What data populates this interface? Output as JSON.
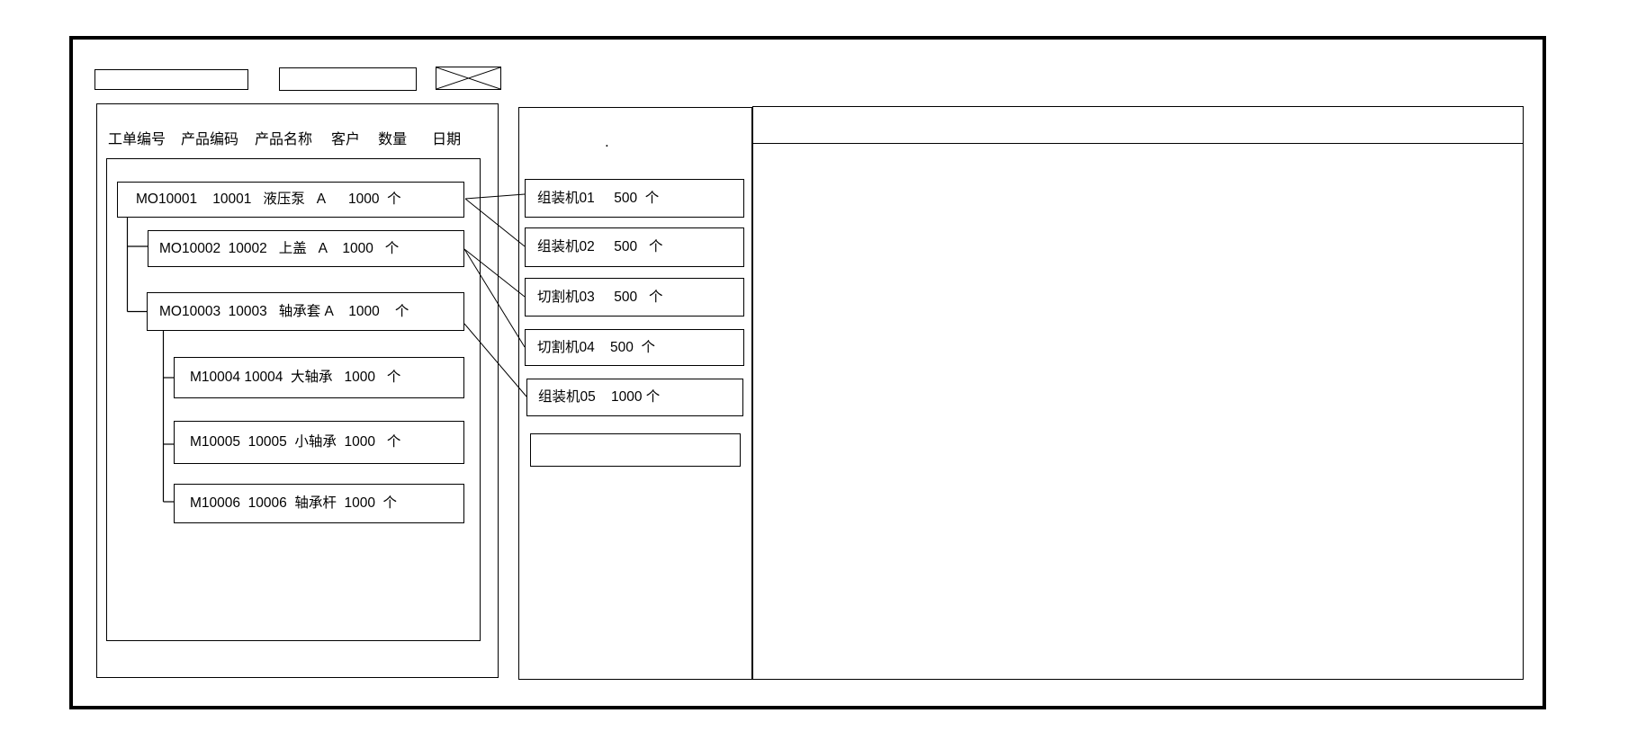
{
  "colors": {
    "line": "#000000",
    "background": "#ffffff"
  },
  "toolbar": {
    "field1_value": "",
    "field2_value": "",
    "placeholder_box": "crossed-box"
  },
  "left_panel": {
    "columns": [
      "工单编号",
      "产品编码",
      "产品名称",
      "客户",
      "数量",
      "日期"
    ],
    "tree": [
      {
        "order_no": "MO10001",
        "product_code": "10001",
        "product_name": "液压泵",
        "customer": "A",
        "qty": "1000",
        "unit": "个",
        "level": 0,
        "text": "MO10001    10001   液压泵   A      1000  个"
      },
      {
        "order_no": "MO10002",
        "product_code": "10002",
        "product_name": "上盖",
        "customer": "A",
        "qty": "1000",
        "unit": "个",
        "level": 1,
        "text": "MO10002  10002   上盖   A    1000   个"
      },
      {
        "order_no": "MO10003",
        "product_code": "10003",
        "product_name": "轴承套",
        "customer": "A",
        "qty": "1000",
        "unit": "个",
        "level": 1,
        "text": "MO10003  10003   轴承套 A    1000    个"
      },
      {
        "order_no": "M10004",
        "product_code": "10004",
        "product_name": "大轴承",
        "customer": "",
        "qty": "1000",
        "unit": "个",
        "level": 2,
        "text": "M10004 10004  大轴承   1000   个"
      },
      {
        "order_no": "M10005",
        "product_code": "10005",
        "product_name": "小轴承",
        "customer": "",
        "qty": "1000",
        "unit": "个",
        "level": 2,
        "text": "M10005  10005  小轴承  1000   个"
      },
      {
        "order_no": "M10006",
        "product_code": "10006",
        "product_name": "轴承杆",
        "customer": "",
        "qty": "1000",
        "unit": "个",
        "level": 2,
        "text": "M10006  10006  轴承杆  1000  个"
      }
    ]
  },
  "machine_panel": {
    "dot": ".",
    "machines": [
      {
        "name": "组装机01",
        "qty": "500",
        "unit": "个",
        "text": "组装机01     500  个"
      },
      {
        "name": "组装机02",
        "qty": "500",
        "unit": "个",
        "text": "组装机02     500   个"
      },
      {
        "name": "切割机03",
        "qty": "500",
        "unit": "个",
        "text": "切割机03     500   个"
      },
      {
        "name": "切割机04",
        "qty": "500",
        "unit": "个",
        "text": "切割机04    500  个"
      },
      {
        "name": "组装机05",
        "qty": "1000",
        "unit": "个",
        "text": "组装机05    1000 个"
      },
      {
        "name": "",
        "qty": "",
        "unit": "",
        "text": ""
      }
    ]
  },
  "connections": [
    {
      "from": "MO10001",
      "to": "组装机01"
    },
    {
      "from": "MO10001",
      "to": "组装机02"
    },
    {
      "from": "MO10002",
      "to": "切割机03"
    },
    {
      "from": "MO10002",
      "to": "切割机04"
    },
    {
      "from": "MO10003",
      "to": "组装机05"
    }
  ],
  "right_panel": {
    "header_text": "",
    "body_text": ""
  }
}
